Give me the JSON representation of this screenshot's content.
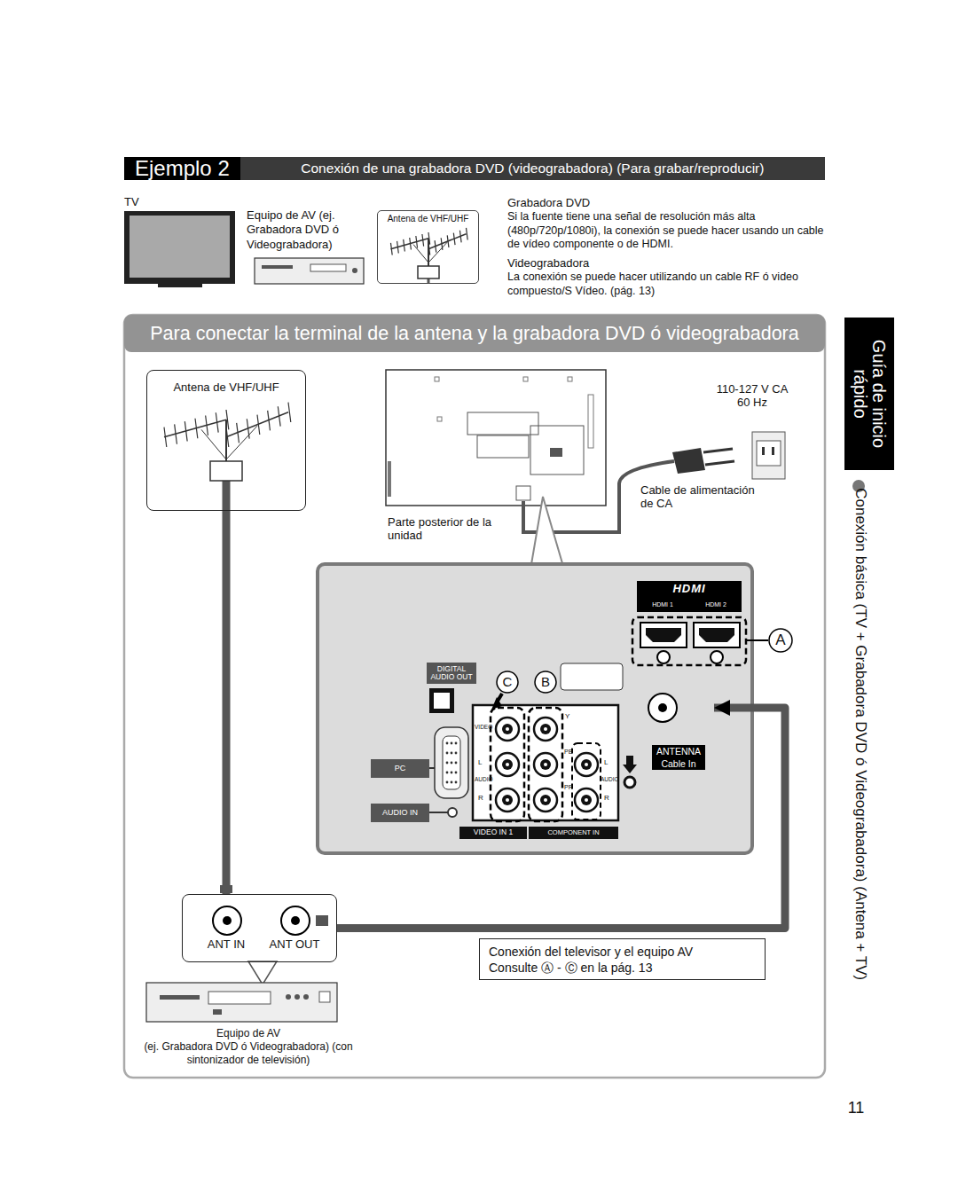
{
  "diagram": {
    "title": "Para conectar la terminal de la antena y la grabadora DVD ó videograbadora",
    "nodes": [
      {
        "text": [
          "Ejemplo 2",
          "Conexión de una grabadora DVD (videograbadora) (Para grabar/reproducir)"
        ]
      },
      {
        "text": [
          "Antena de VHF/UHF"
        ]
      },
      {
        "text": [
          "Antena de VHF/UHF"
        ]
      },
      {
        "text": [
          "Parte posterior de la unidad"
        ]
      },
      {
        "text": []
      },
      {
        "text": [
          "HDMI",
          "HDMI 1",
          "HDMI 2"
        ],
        "in": 4
      },
      {
        "text": [
          "DIGITAL AUDIO OUT"
        ],
        "in": 4
      },
      {
        "text": [
          "PC"
        ],
        "in": 4
      },
      {
        "text": [
          "AUDIO IN"
        ],
        "in": 4
      },
      {
        "text": [
          "VIDEO IN 1"
        ],
        "in": 4
      },
      {
        "text": [
          "COMPONENT IN"
        ],
        "in": 4
      },
      {
        "text": [
          "ANTENNA",
          "Cable In"
        ],
        "in": 4
      },
      {
        "text": [
          "ANT IN",
          "ANT OUT"
        ]
      },
      {
        "text": [
          "Conexión del televisor y el equipo AV",
          "Consulte Ⓐ - Ⓒ en la pág. 13"
        ]
      },
      {
        "text": [
          "Guía de inicio rápido"
        ]
      }
    ],
    "edges": [
      {
        "from": 2,
        "to": 12,
        "arrow": "none"
      },
      {
        "from": 12,
        "to": 11,
        "arrow": "to"
      }
    ],
    "labels": [
      "TV",
      "Equipo de AV (ej. Grabadora DVD ó Videograbadora)",
      "Grabadora DVD",
      "Si la fuente tiene una señal de resolución más alta (480p/720p/1080i), la conexión se puede hacer usando un cable de vídeo componente o de HDMI.",
      "Videograbadora",
      "La conexión se puede hacer utilizando un cable RF ó video compuesto/S Vídeo. (pág. 13)",
      "110-127 V CA",
      "60 Hz",
      "Cable de alimentación de CA",
      "A",
      "C",
      "B",
      "VIDEO",
      "L",
      "AUDIO",
      "R",
      "Y",
      "PB",
      "PR",
      "L",
      "AUDIO",
      "R",
      "Equipo de AV",
      "(ej. Grabadora DVD ó Videograbadora) (con sintonizador de televisión)",
      "Conexión básica (TV + Grabadora DVD ó Videograbadora) (Antena + TV)",
      "11"
    ]
  }
}
